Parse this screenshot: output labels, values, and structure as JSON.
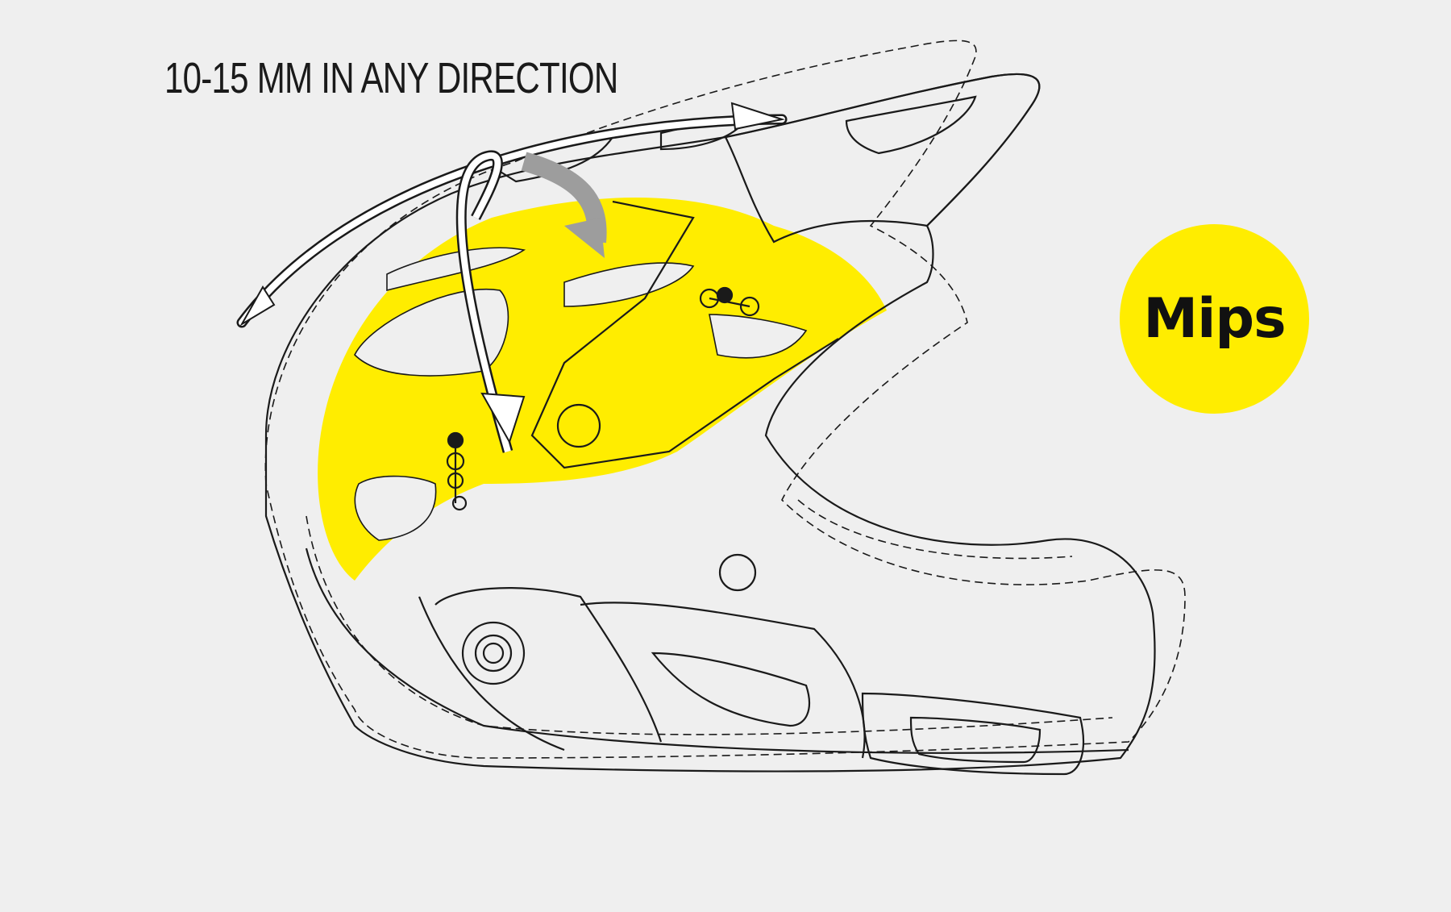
{
  "headline": "10-15 MM IN ANY DIRECTION",
  "badge": {
    "label": "Mips"
  },
  "colors": {
    "background": "#efefef",
    "mips_yellow": "#ffed00",
    "outline": "#1a1a1a",
    "arrow_gray": "#9d9d9d"
  },
  "icons": [
    "curved-arrow-icon",
    "helmet-illustration",
    "mips-logo"
  ]
}
